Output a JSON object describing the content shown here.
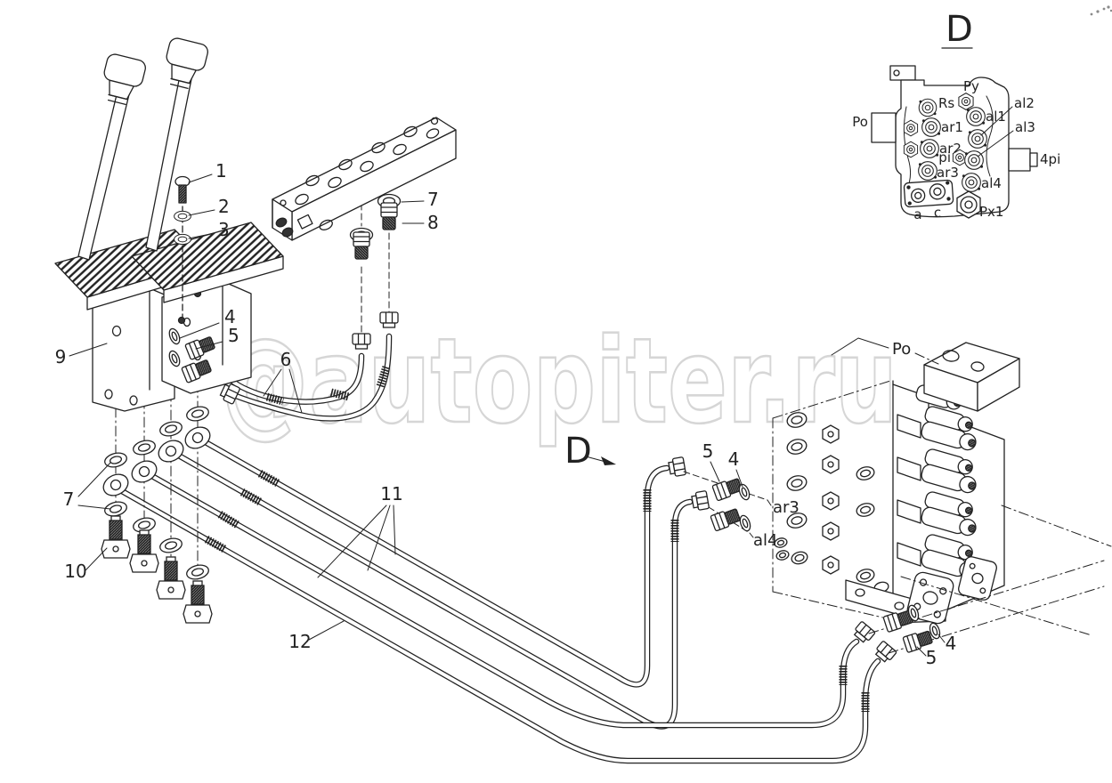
{
  "watermark": {
    "text": "@autopiter.ru",
    "color": "#d6d6d6"
  },
  "callouts": {
    "1": "1",
    "2": "2",
    "3": "3",
    "4": "4",
    "5": "5",
    "6": "6",
    "7": "7",
    "8": "8",
    "9": "9",
    "10": "10",
    "11": "11",
    "12": "12"
  },
  "labels": {
    "po": "Po",
    "view_d": "D",
    "ar3": "ar3",
    "al4": "al4"
  },
  "detail_d": {
    "title": "D",
    "po": "Po",
    "rs": "Rs",
    "py": "Py",
    "ar1": "ar1",
    "ar2": "ar2",
    "ar3": "ar3",
    "pi": "pi",
    "al1": "al1",
    "al2": "al2",
    "al3": "al3",
    "al4": "al4",
    "four_pi": "4pi",
    "px1": "Px1",
    "port_a": "a",
    "port_c": "c"
  },
  "colors": {
    "line": "#222222",
    "background": "#ffffff"
  }
}
